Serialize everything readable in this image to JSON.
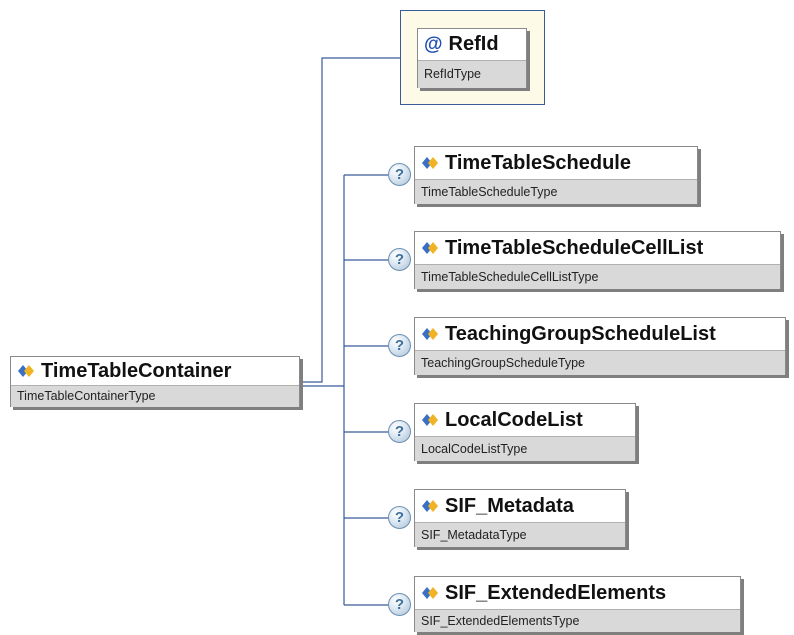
{
  "root": {
    "name": "TimeTableContainer",
    "type": "TimeTableContainerType"
  },
  "attribute": {
    "name": "RefId",
    "type": "RefIdType",
    "icon": "at-sign-icon"
  },
  "children": [
    {
      "name": "TimeTableSchedule",
      "type": "TimeTableScheduleType",
      "optional": true
    },
    {
      "name": "TimeTableScheduleCellList",
      "type": "TimeTableScheduleCellListType",
      "optional": true
    },
    {
      "name": "TeachingGroupScheduleList",
      "type": "TeachingGroupScheduleType",
      "optional": true
    },
    {
      "name": "LocalCodeList",
      "type": "LocalCodeListType",
      "optional": true
    },
    {
      "name": "SIF_Metadata",
      "type": "SIF_MetadataType",
      "optional": true
    },
    {
      "name": "SIF_ExtendedElements",
      "type": "SIF_ExtendedElementsType",
      "optional": true
    }
  ],
  "optional_marker": "?",
  "colors": {
    "connector": "#3a5a9a",
    "type_band": "#d9d9d9",
    "attribute_background": "#fdfbe7",
    "element_icon_blue": "#3b6fc4",
    "element_icon_gold": "#f0b323"
  }
}
